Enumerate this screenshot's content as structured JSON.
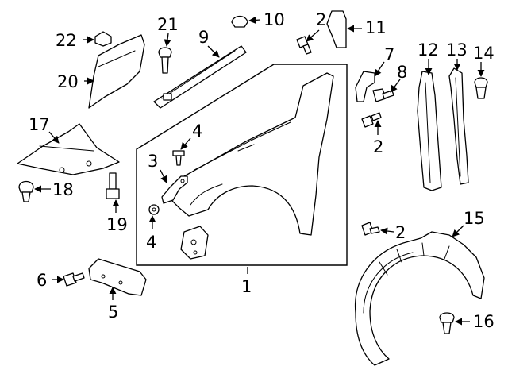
{
  "callouts": {
    "c1": "1",
    "c2a": "2",
    "c2b": "2",
    "c2c": "2",
    "c3": "3",
    "c4a": "4",
    "c4b": "4",
    "c5": "5",
    "c6": "6",
    "c7": "7",
    "c8": "8",
    "c9": "9",
    "c10": "10",
    "c11": "11",
    "c12": "12",
    "c13": "13",
    "c14": "14",
    "c15": "15",
    "c16": "16",
    "c17": "17",
    "c18": "18",
    "c19": "19",
    "c20": "20",
    "c21": "21",
    "c22": "22"
  },
  "colors": {
    "line": "#000000",
    "background": "#ffffff"
  }
}
